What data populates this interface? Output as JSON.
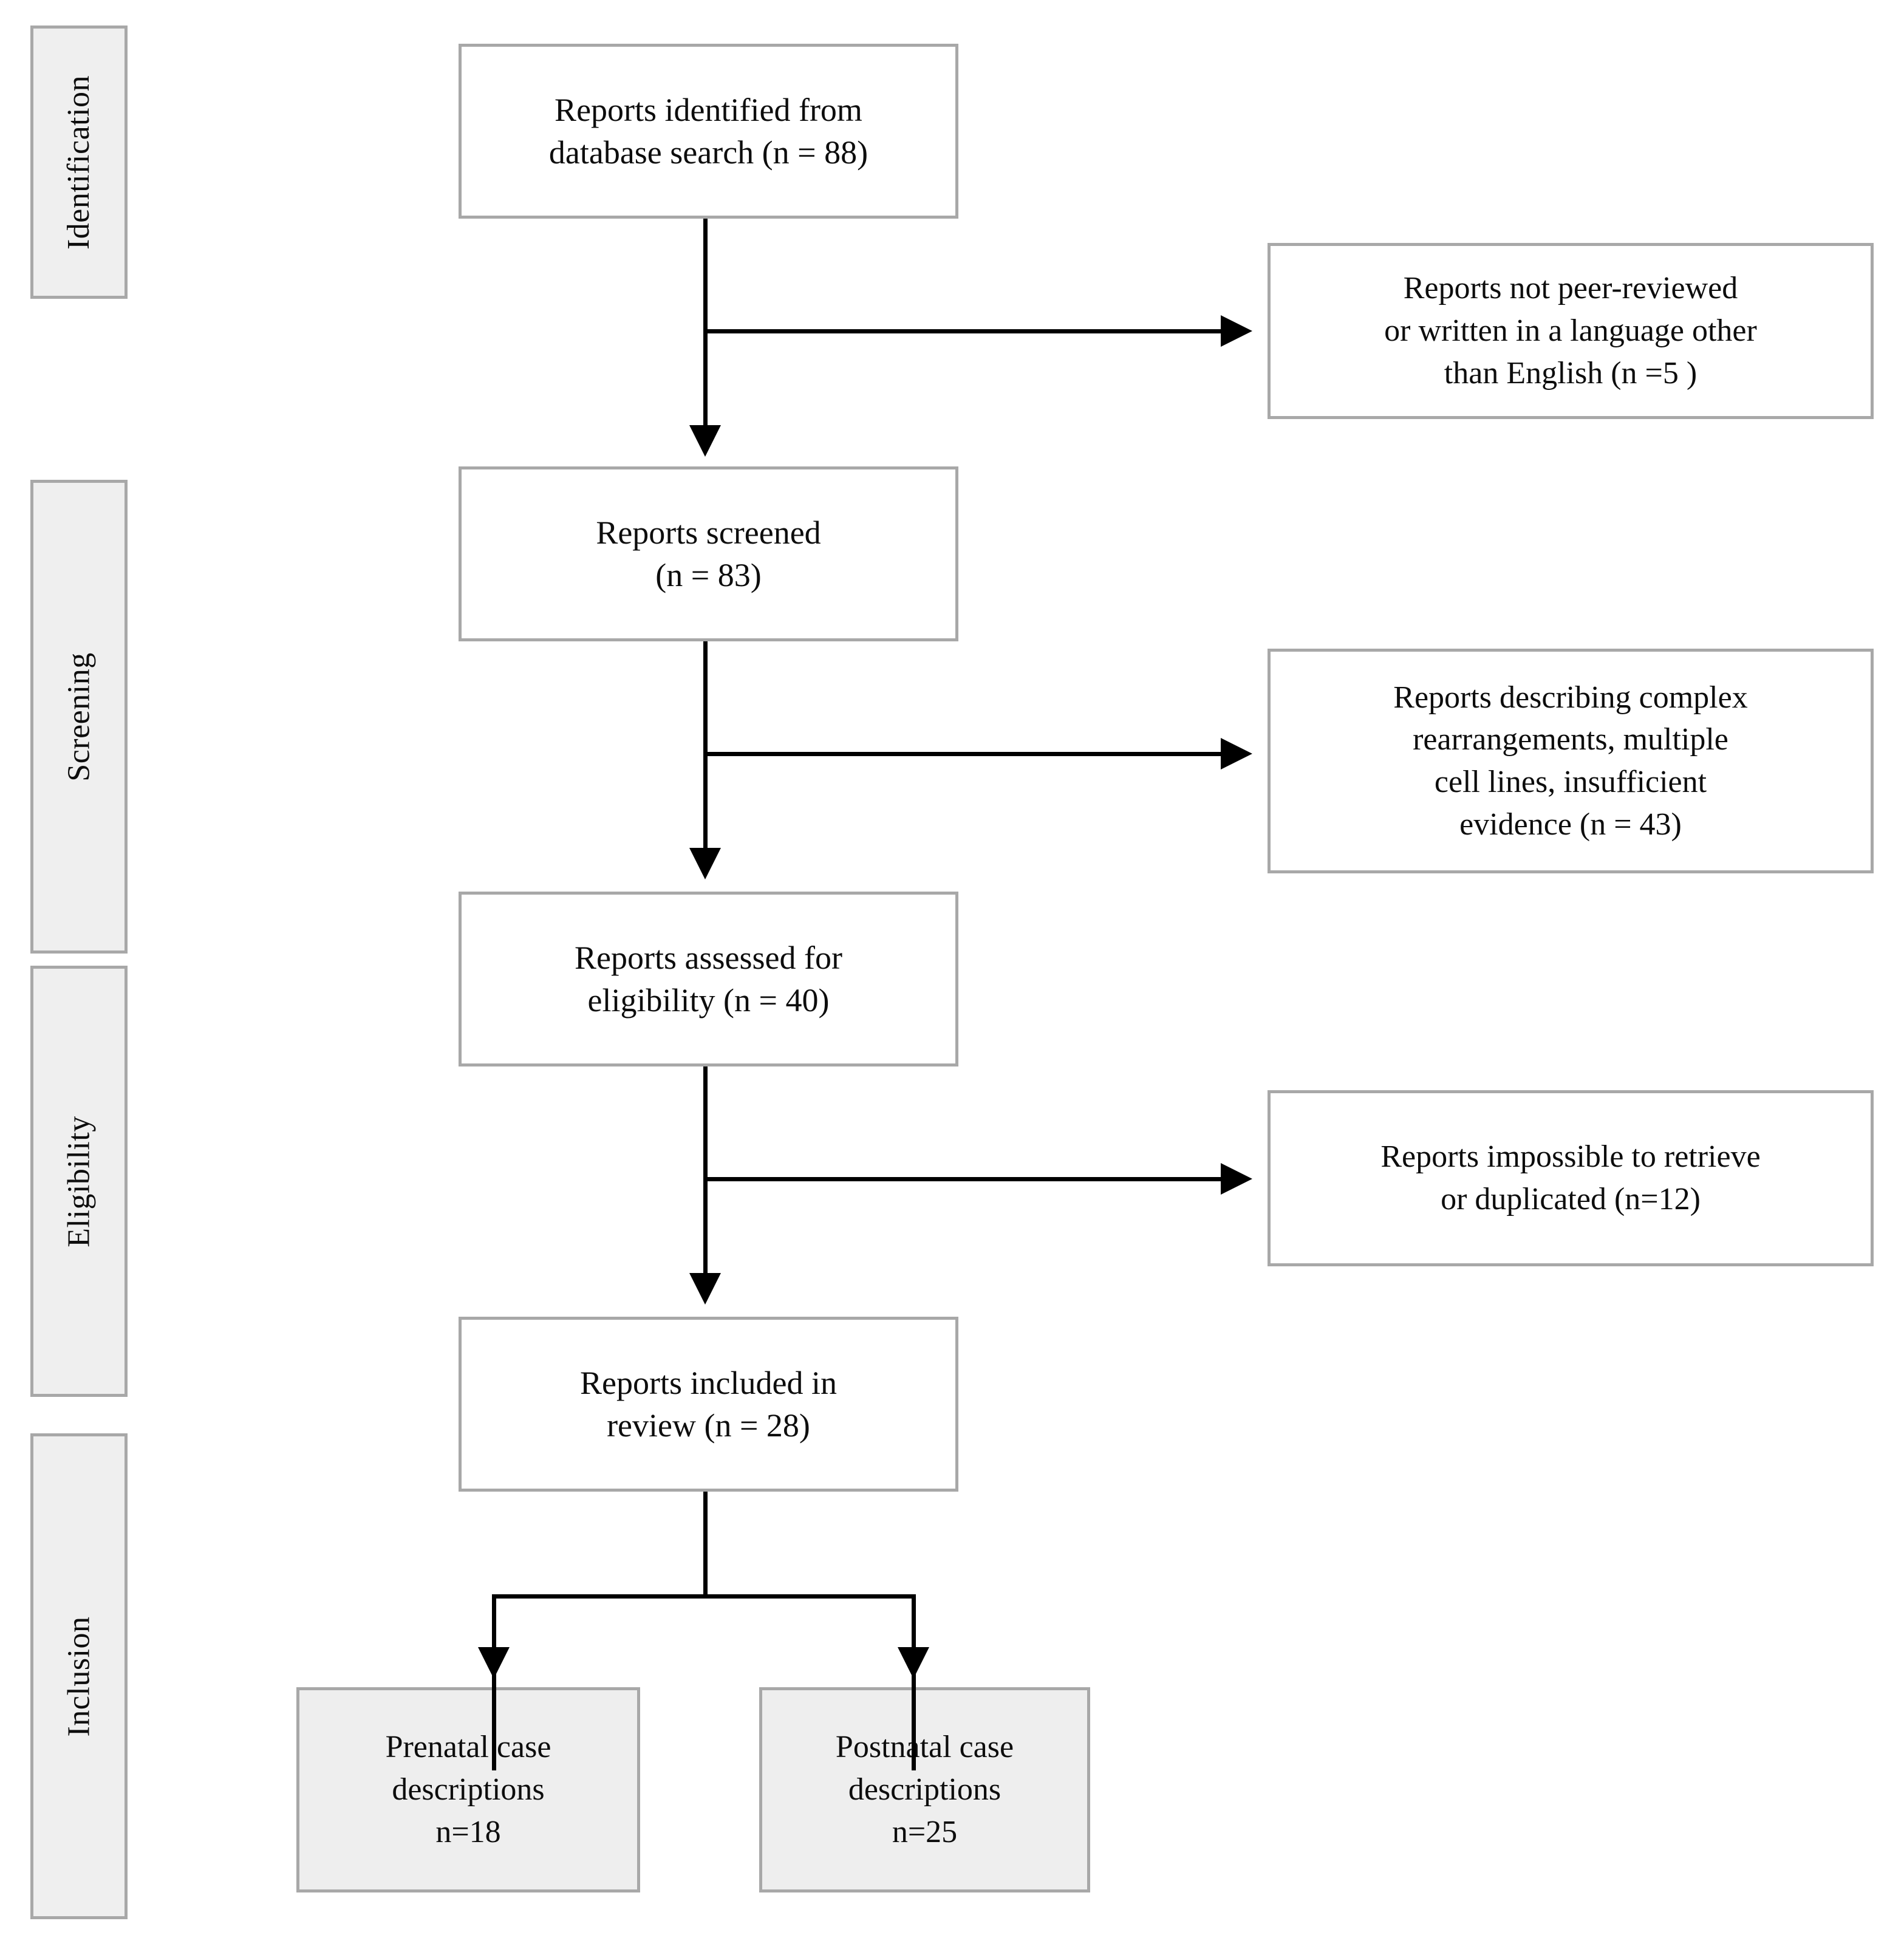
{
  "diagram": {
    "type": "prisma-flow-diagram",
    "title": "PRISMA flow diagram",
    "colors": {
      "box_border": "#a8a8a8",
      "stage_fill": "#efefef",
      "box_fill": "#ffffff",
      "shaded_box_fill": "#eeeeee",
      "connector": "#000000",
      "text": "#0d0d0d",
      "background": "#ffffff"
    }
  },
  "stages": [
    {
      "id": "identification",
      "label": "Identification"
    },
    {
      "id": "screening",
      "label": "Screening"
    },
    {
      "id": "eligibility",
      "label": "Eligibility"
    },
    {
      "id": "inclusion",
      "label": "Inclusion"
    }
  ],
  "main_flow": [
    {
      "id": "identified",
      "text": "Reports identified from\ndatabase search (n = 88)",
      "n": 88
    },
    {
      "id": "screened",
      "text": "Reports screened\n(n = 83)",
      "n": 83
    },
    {
      "id": "assessed",
      "text": "Reports assessed for\neligibility (n = 40)",
      "n": 40
    },
    {
      "id": "included",
      "text": "Reports included in\nreview (n = 28)",
      "n": 28
    }
  ],
  "exclusions": [
    {
      "id": "not-peer-reviewed",
      "text": "Reports not peer-reviewed\nor written in a language other\nthan  English  (n =5 )",
      "n": 5
    },
    {
      "id": "complex-rearrangements",
      "text": "Reports describing complex\nrearrangements, multiple\ncell lines, insufficient\nevidence (n = 43)",
      "n": 43
    },
    {
      "id": "impossible-retrieve",
      "text": "Reports impossible to retrieve\nor duplicated (n=12)",
      "n": 12
    }
  ],
  "outcomes": [
    {
      "id": "prenatal",
      "text": "Prenatal case\ndescriptions\nn=18",
      "n": 18
    },
    {
      "id": "postnatal",
      "text": "Postnatal case\ndescriptions\nn=25",
      "n": 25
    }
  ]
}
